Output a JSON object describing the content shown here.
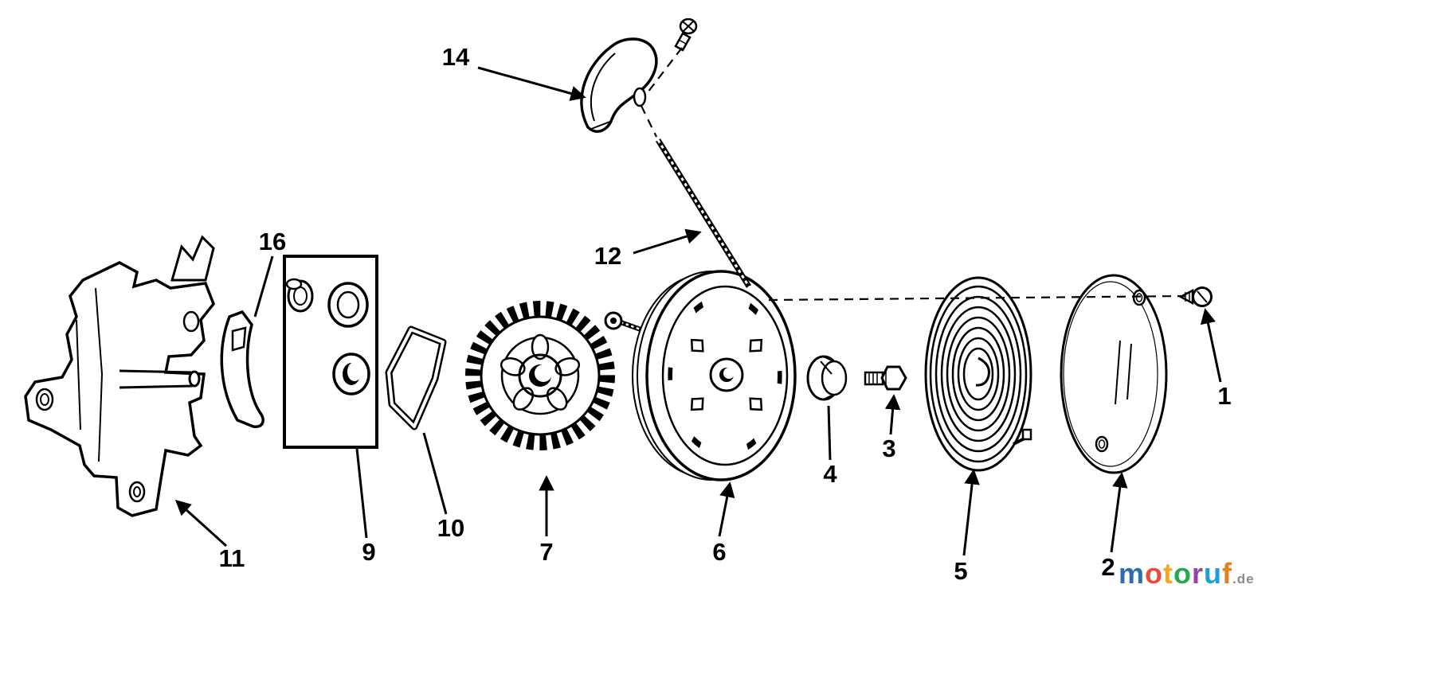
{
  "labels": {
    "p1": "1",
    "p2": "2",
    "p3": "3",
    "p4": "4",
    "p5": "5",
    "p6": "6",
    "p7": "7",
    "p9": "9",
    "p10": "10",
    "p11": "11",
    "p12": "12",
    "p14": "14",
    "p16": "16"
  },
  "watermark": {
    "suffix": ".de",
    "letters": [
      {
        "ch": "m",
        "color": "#2e6db4"
      },
      {
        "ch": "o",
        "color": "#e84c3d"
      },
      {
        "ch": "t",
        "color": "#f5a623"
      },
      {
        "ch": "o",
        "color": "#27a84a"
      },
      {
        "ch": "r",
        "color": "#8e44ad"
      },
      {
        "ch": "u",
        "color": "#1b9fd8"
      },
      {
        "ch": "f",
        "color": "#e87f1e"
      }
    ]
  },
  "colors": {
    "ink": "#000000",
    "background": "#ffffff"
  }
}
